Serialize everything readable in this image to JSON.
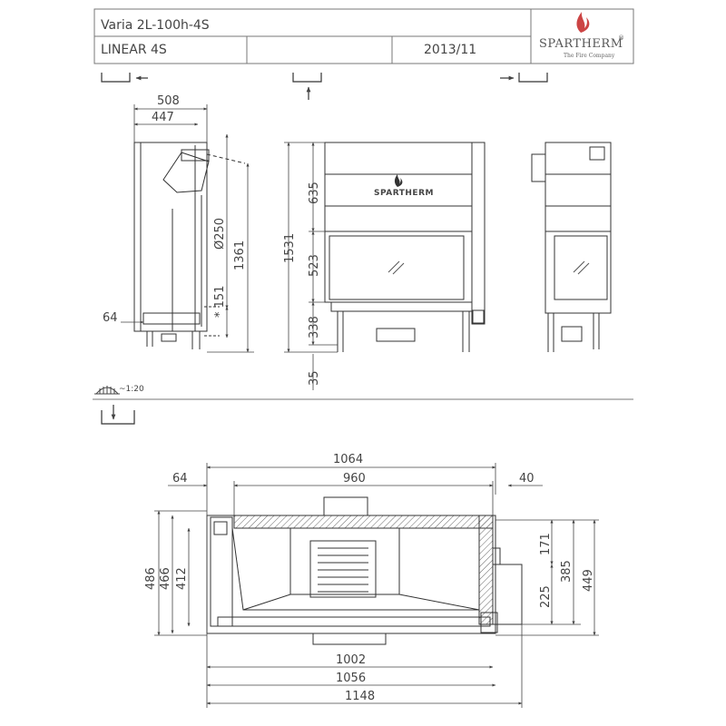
{
  "header": {
    "model": "Varia 2L-100h-4S",
    "series": "LINEAR 4S",
    "date": "2013/11",
    "brand": "SPARTHERM",
    "brand_tagline": "The Fire Company",
    "brand_reg": "®"
  },
  "front_logo": "SPARTHERM",
  "scale_label": "~1:20",
  "side_view": {
    "dim_508": "508",
    "dim_447": "447",
    "dim_250": "Ø250",
    "dim_1361": "1361",
    "dim_151": "* 151",
    "dim_64": "64"
  },
  "front_view": {
    "dim_1531": "1531",
    "dim_635": "635",
    "dim_523": "523",
    "dim_338": "338",
    "dim_35": "35"
  },
  "plan_view": {
    "dim_1064": "1064",
    "dim_960": "960",
    "dim_64": "64",
    "dim_40": "40",
    "dim_486": "486",
    "dim_466": "466",
    "dim_412": "412",
    "dim_171": "171",
    "dim_385": "385",
    "dim_449": "449",
    "dim_225": "225",
    "dim_1002": "1002",
    "dim_1056": "1056",
    "dim_1148": "1148"
  },
  "icons": [
    "view-left-icon",
    "view-front-icon",
    "view-right-icon",
    "view-top-icon",
    "scale-hand-icon",
    "flame-logo-icon",
    "glass-reflection-icon"
  ]
}
